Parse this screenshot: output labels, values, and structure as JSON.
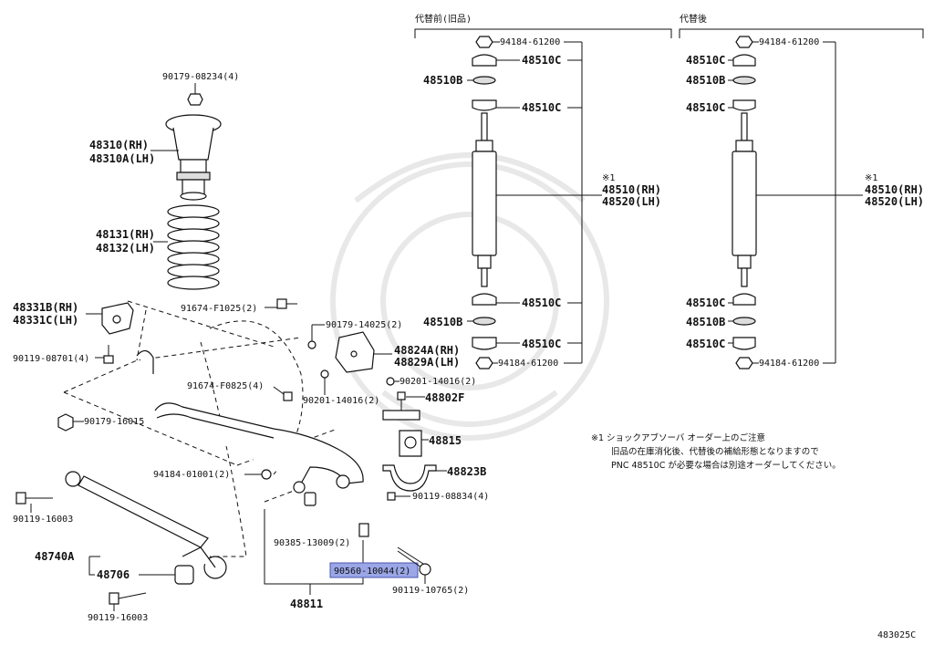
{
  "sections": {
    "before": "代替前(旧品)",
    "after": "代替後"
  },
  "labels": {
    "p90179_08234": "90179-08234(4)",
    "p48310_rh": "48310(RH)",
    "p48310a_lh": "48310A(LH)",
    "p48131_rh": "48131(RH)",
    "p48132_lh": "48132(LH)",
    "p48331b_rh": "48331B(RH)",
    "p48331c_lh": "48331C(LH)",
    "p90119_08701": "90119-08701(4)",
    "p91674_f1025": "91674-F1025(2)",
    "p90179_14025": "90179-14025(2)",
    "p48824a_rh": "48824A(RH)",
    "p48829a_lh": "48829A(LH)",
    "p91674_f0825": "91674-F0825(4)",
    "p90201_14016_a": "90201-14016(2)",
    "p90201_14016_b": "90201-14016(2)",
    "p48802f": "48802F",
    "p90179_16015": "90179-16015",
    "p48815": "48815",
    "p48823b": "48823B",
    "p94184_01001": "94184-01001(2)",
    "p90119_08834": "90119-08834(4)",
    "p90119_16003_a": "90119-16003",
    "p90385_13009": "90385-13009(2)",
    "p48740a": "48740A",
    "p48706": "48706",
    "p90560_10044": "90560-10044(2)",
    "p90119_10765": "90119-10765(2)",
    "p48811": "48811",
    "p90119_16003_b": "90119-16003",
    "b_94184_top": "94184-61200",
    "b_48510c_1": "48510C",
    "b_48510b_1": "48510B",
    "b_48510c_2": "48510C",
    "b_note_mark": "※1",
    "b_48510_rh": "48510(RH)",
    "b_48520_lh": "48520(LH)",
    "b_48510c_3": "48510C",
    "b_48510b_2": "48510B",
    "b_48510c_4": "48510C",
    "b_94184_bot": "94184-61200",
    "a_94184_top": "94184-61200",
    "a_48510c_1": "48510C",
    "a_48510b_1": "48510B",
    "a_48510c_2": "48510C",
    "a_note_mark": "※1",
    "a_48510_rh": "48510(RH)",
    "a_48520_lh": "48520(LH)",
    "a_48510c_3": "48510C",
    "a_48510b_2": "48510B",
    "a_48510c_4": "48510C",
    "a_94184_bot": "94184-61200"
  },
  "note": {
    "line1": "※1 ショックアブソーバ オーダー上のご注意",
    "line2": "旧品の在庫消化後、代替後の補給形態となりますので",
    "line3": "PNC 48510C が必要な場合は別途オーダーしてください。"
  },
  "diagram_code": "483025C",
  "colors": {
    "highlight": "#9aa6e6"
  }
}
